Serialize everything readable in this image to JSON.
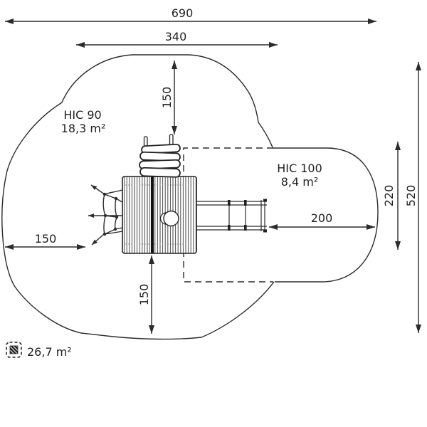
{
  "meta": {
    "background_color": "#ffffff",
    "line_color": "#2b2b2b",
    "text_color": "#231f20",
    "drawing_type": "playground safety-zone plan view"
  },
  "zones": {
    "hic90": {
      "name": "HIC 90",
      "area": "18,3 m²"
    },
    "hic100": {
      "name": "HIC 100",
      "area": "8,4 m²"
    },
    "total": {
      "area": "26,7 m²",
      "icon": "hatched-area-swatch"
    }
  },
  "dimensions": {
    "overall_width": "690",
    "hic90_width": "340",
    "overall_height": "520",
    "hic100_height": "220",
    "top_clearance": "150",
    "left_clearance": "150",
    "bottom_clearance": "150",
    "right_clearance": "200"
  }
}
